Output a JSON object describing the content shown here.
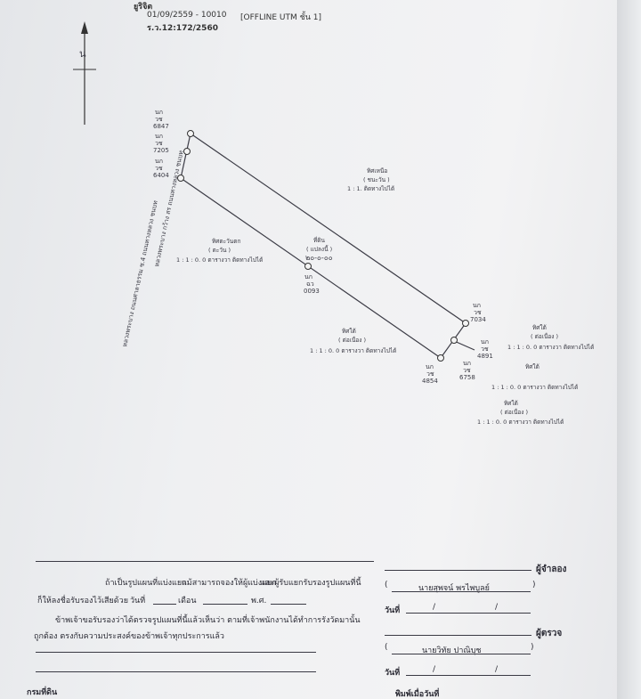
{
  "header": {
    "left": "ยูริจิต",
    "date_id": "01/09/2559 - 10010",
    "offline": "[OFFLINE UTM ชั้น 1]",
    "ref": "ร.ว.12:172/2560"
  },
  "north": {
    "label": "น"
  },
  "side": {
    "left": "หลวงพระบาง ถนนศาลาธรรม ซ.4 ถนนทางหลวง ชนบท",
    "right": "หลวงพระบาง กว้าง สร ถนนทางหลวง ชนบท"
  },
  "marks": {
    "m1": {
      "l1": "นก",
      "l2": "วช",
      "l3": "6847"
    },
    "m2": {
      "l1": "นก",
      "l2": "วช",
      "l3": "7205"
    },
    "m3": {
      "l1": "นก",
      "l2": "วช",
      "l3": "6404"
    },
    "m4": {
      "l1": "นก",
      "l2": "วช",
      "l3": "7034"
    },
    "m5": {
      "l1": "นก",
      "l2": "วช",
      "l3": "4891"
    },
    "m6": {
      "l1": "นก",
      "l2": "วช",
      "l3": "6758"
    },
    "m7": {
      "l1": "นก",
      "l2": "วช",
      "l3": "4854"
    },
    "m8": {
      "l1": "นก",
      "l2": "ฉว",
      "l3": "0093"
    }
  },
  "parcels": {
    "north": {
      "name": "ทิศเหนือ",
      "owner": "( ชนะวัน )",
      "detail": "1 : 1. ติดทางไปได้"
    },
    "west": {
      "name": "ทิศตะวันตก",
      "owner": "( ตะวัน )",
      "detail": "1 : 1 : 0. 0 ตารางวา ติดทางไปได้"
    },
    "main": {
      "name": "ที่ดิน",
      "owner": "( แปลงนี้ )",
      "area": "๒๐-๐-๐๐"
    },
    "south": {
      "name": "ทิศใต้",
      "owner": "( ต่อเนื่อง )",
      "detail": "1 : 1 : 0. 0 ตารางวา ติดทางไปได้"
    },
    "e1": {
      "name": "ทิศใต้",
      "owner": "( ต่อเนื่อง )",
      "detail": "1 : 1 : 0. 0 ตารางวา ติดทางไปได้"
    },
    "e2": {
      "name": "ทิศใต้",
      "owner": "",
      "detail": "1 : 1 : 0. 0 ตารางวา ติดทางไปได้"
    },
    "e3": {
      "name": "ทิศใต้",
      "owner": "( ต่อเนื่อง )",
      "detail": "1 : 1 : 0. 0 ตารางวา ติดทางไปได้"
    }
  },
  "form": {
    "line1_a": "ถ้าเป็นรูปแผนที่แบ่งแยก",
    "line1_b": "แม้สามารถจองให้ผู้แบ่งแยก",
    "line1_c": "และผู้รับแยกรับรองรูปแผนที่นี้",
    "line2_a": "ก็ให้ลงชื่อรับรองไว้เสียด้วย",
    "line2_day": "วันที่",
    "line2_month": "เดือน",
    "line2_year": "พ.ศ.",
    "line3": "ข้าพเจ้าขอรับรองว่าได้ตรวจรูปแผนที่นี้แล้วเห็นว่า ตามที่เจ้าพนักงานได้ทำการรังวัดมานั้น",
    "line4": "ถูกต้อง ตรงกับความประสงค์ของข้าพเจ้าทุกประการแล้ว",
    "bottom": "กรมที่ดิน",
    "surveyor_role": "ผู้จำลอง",
    "surveyor_name": "นายสุพจน์ พรไพบูลย์",
    "date_label": "วันที่",
    "checker_role": "ผู้ตรวจ",
    "checker_name": "นายวิทัย ปาณิบุช",
    "date_label2": "วันที่",
    "print_label": "พิมพ์เมื่อวันที่"
  }
}
